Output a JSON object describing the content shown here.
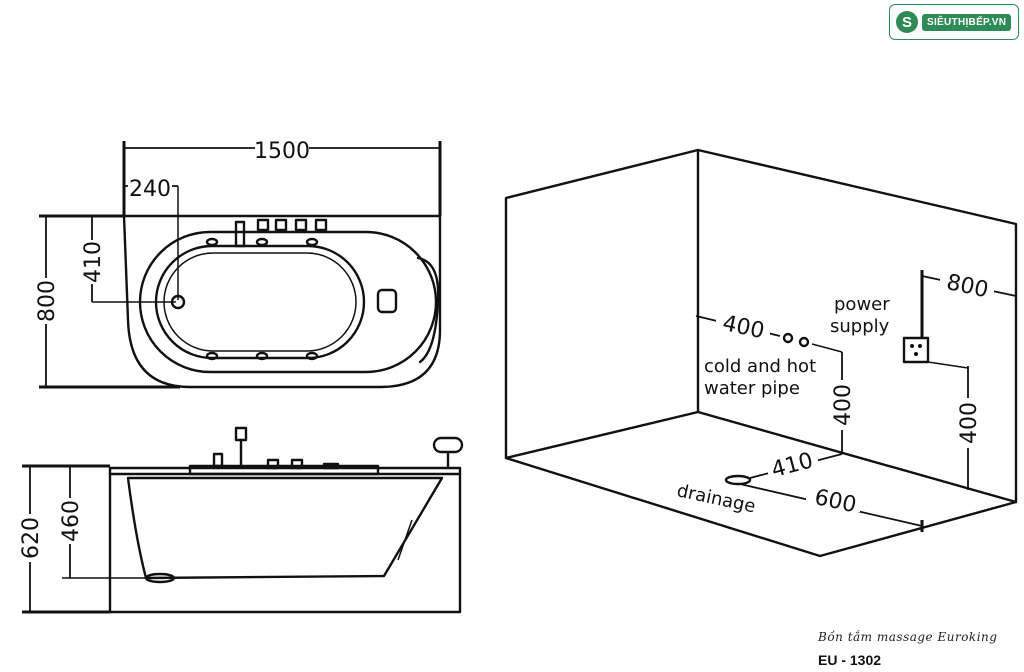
{
  "logo": {
    "mark": "S",
    "brand": "SIÊUTHỊBẾP.VN"
  },
  "top_view": {
    "length": "1500",
    "width": "800",
    "faucet_offset": "240",
    "drain_offset": "410"
  },
  "side_view": {
    "total_height": "620",
    "inner_height": "460"
  },
  "room": {
    "power_label_line1": "power",
    "power_label_line2": "supply",
    "power_horizontal": "800",
    "power_height": "400",
    "pipe_label_line1": "cold and hot",
    "pipe_label_line2": "water pipe",
    "pipe_horizontal": "400",
    "pipe_height": "400",
    "drain_offset": "410",
    "drain_label": "drainage",
    "drain_horizontal": "600"
  },
  "caption": {
    "product_line": "Bồn tắm massage Euroking",
    "model": "EU - 1302"
  }
}
